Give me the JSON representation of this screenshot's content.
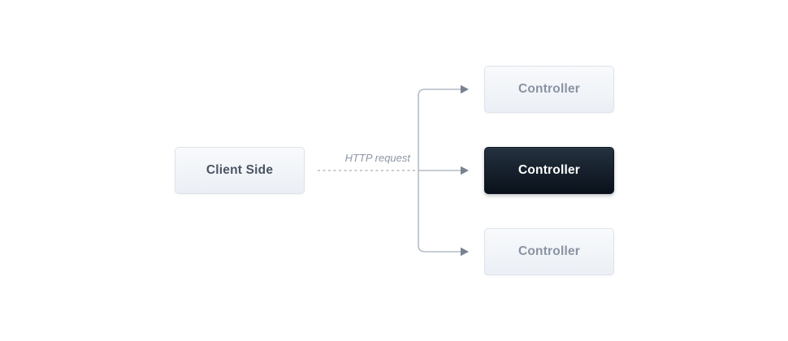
{
  "diagram": {
    "client": {
      "label": "Client Side"
    },
    "edge": {
      "label": "HTTP request"
    },
    "controllers": [
      {
        "label": "Controller",
        "variant": "light"
      },
      {
        "label": "Controller",
        "variant": "dark"
      },
      {
        "label": "Controller",
        "variant": "light"
      }
    ],
    "colors": {
      "background": "#ffffff",
      "box_border": "#dee4eb",
      "box_bg_top": "#f8fafc",
      "box_bg_bottom": "#ebeff5",
      "dark_box_top": "#24313f",
      "dark_box_bottom": "#0a111b",
      "muted_text": "#8a93a3",
      "client_text": "#4a5464",
      "dark_text": "#ffffff",
      "line": "#b4bcc6",
      "arrowhead": "#78828f",
      "label_text": "#8e97a6"
    }
  }
}
